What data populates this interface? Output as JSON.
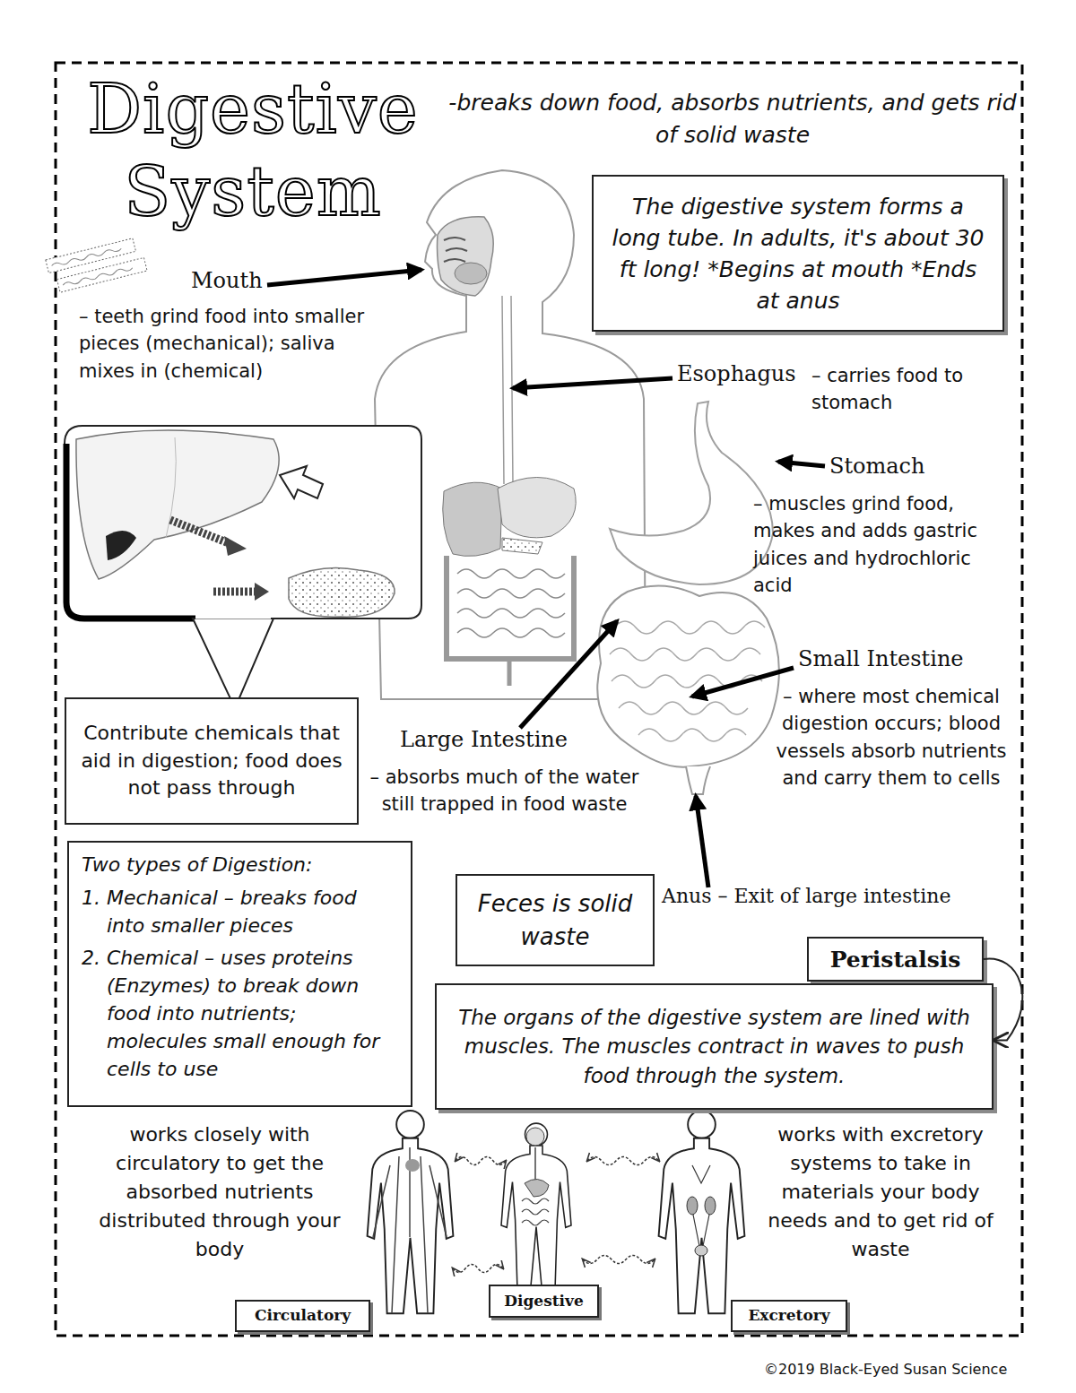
{
  "diagram": {
    "title": "Digestive System",
    "nodes": [
      {
        "text": [
          "The digestive system forms a long tube. In adults, it's about 30 ft long! *Begins at mouth *Ends at anus"
        ]
      },
      {
        "text": [
          "Contribute chemicals that aid in digestion; food does not pass through"
        ]
      },
      {
        "text": [
          "Two types of Digestion:",
          "1. Mechanical – breaks food into smaller pieces",
          "2. Chemical – uses proteins (Enzymes) to break down food into nutrients; molecules small enough for cells to use"
        ]
      },
      {
        "text": [
          "Feces is solid waste"
        ]
      },
      {
        "text": [
          "Peristalsis"
        ]
      },
      {
        "text": [
          "The organs of the digestive system are lined with muscles. The muscles contract in waves to push food through the system."
        ]
      },
      {
        "text": [
          "Circulatory"
        ]
      },
      {
        "text": [
          "Digestive"
        ]
      },
      {
        "text": [
          "Excretory"
        ]
      }
    ],
    "edges": [
      {
        "from": 4,
        "to": 5,
        "arrow": "to"
      }
    ],
    "labels": [
      "-breaks down food, absorbs nutrients, and gets rid of solid waste",
      "Mouth",
      "– teeth grind food into smaller pieces (mechanical); saliva mixes in (chemical)",
      "Esophagus",
      "– carries food to stomach",
      "Stomach",
      "– muscles grind food, makes and adds gastric juices and hydrochloric acid",
      "Small Intestine",
      "– where most chemical digestion occurs; blood vessels absorb nutrients and carry them to cells",
      "Large Intestine",
      "– absorbs much of the water still trapped in food waste",
      "Anus – Exit of large intestine",
      "works closely with circulatory to get the absorbed nutrients distributed through your body",
      "works with excretory systems to take in materials your body needs and to get rid of waste",
      "©2019 Black-Eyed Susan Science"
    ]
  }
}
